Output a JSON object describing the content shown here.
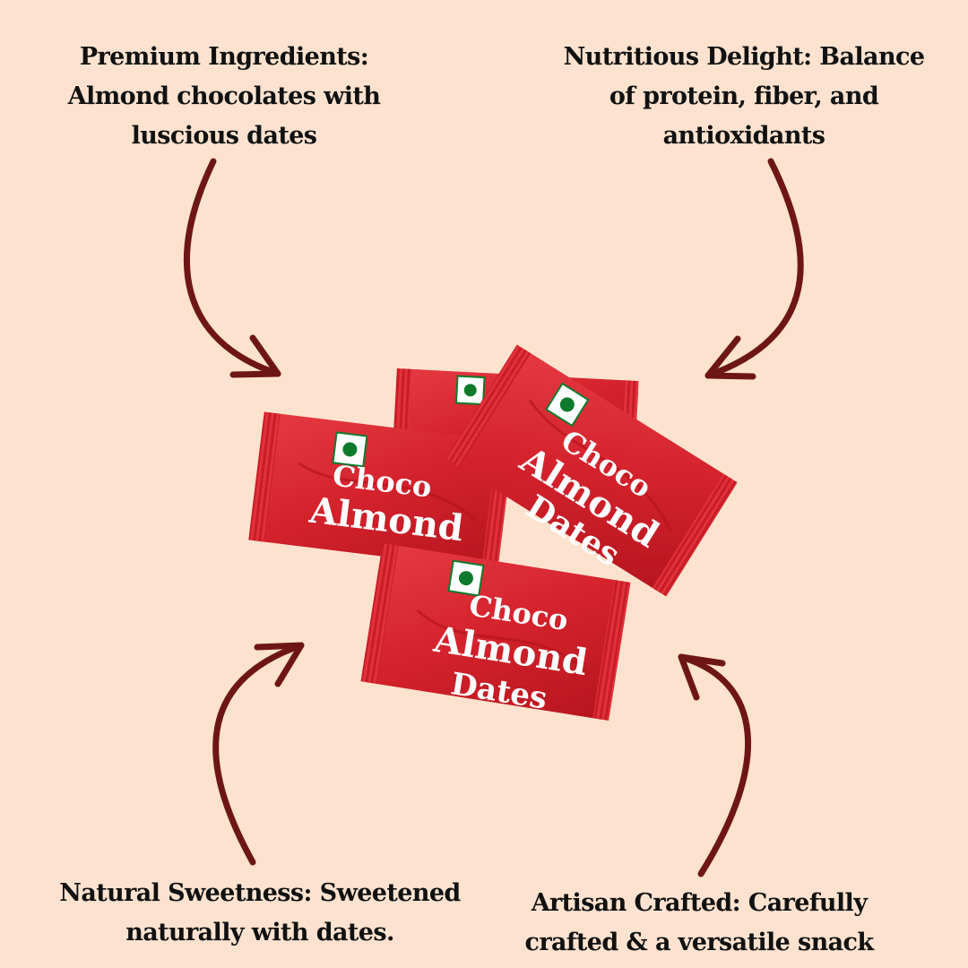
{
  "callouts": {
    "top_left": {
      "lines": [
        "Premium Ingredients:",
        "Almond chocolates with",
        "luscious dates"
      ]
    },
    "top_right": {
      "lines": [
        "Nutritious Delight: Balance",
        "of protein, fiber, and",
        "antioxidants"
      ]
    },
    "bottom_left": {
      "lines": [
        "Natural Sweetness: Sweetened",
        "naturally with dates."
      ]
    },
    "bottom_right": {
      "lines": [
        "Artisan Crafted: Carefully",
        "crafted & a versatile snack"
      ]
    }
  },
  "product": {
    "wrapper_text": {
      "line1": "Choco",
      "line2": "Almond",
      "line3": "Dates"
    },
    "wrapper_count": 4,
    "veg_mark": "green-dot-veg-symbol"
  },
  "colors": {
    "background": "#fde3cf",
    "arrow": "#6e1616",
    "wrapper": "#d8242e",
    "wrapper_dark": "#b3141d",
    "veg_green": "#0e7a2c",
    "text": "#111111"
  }
}
